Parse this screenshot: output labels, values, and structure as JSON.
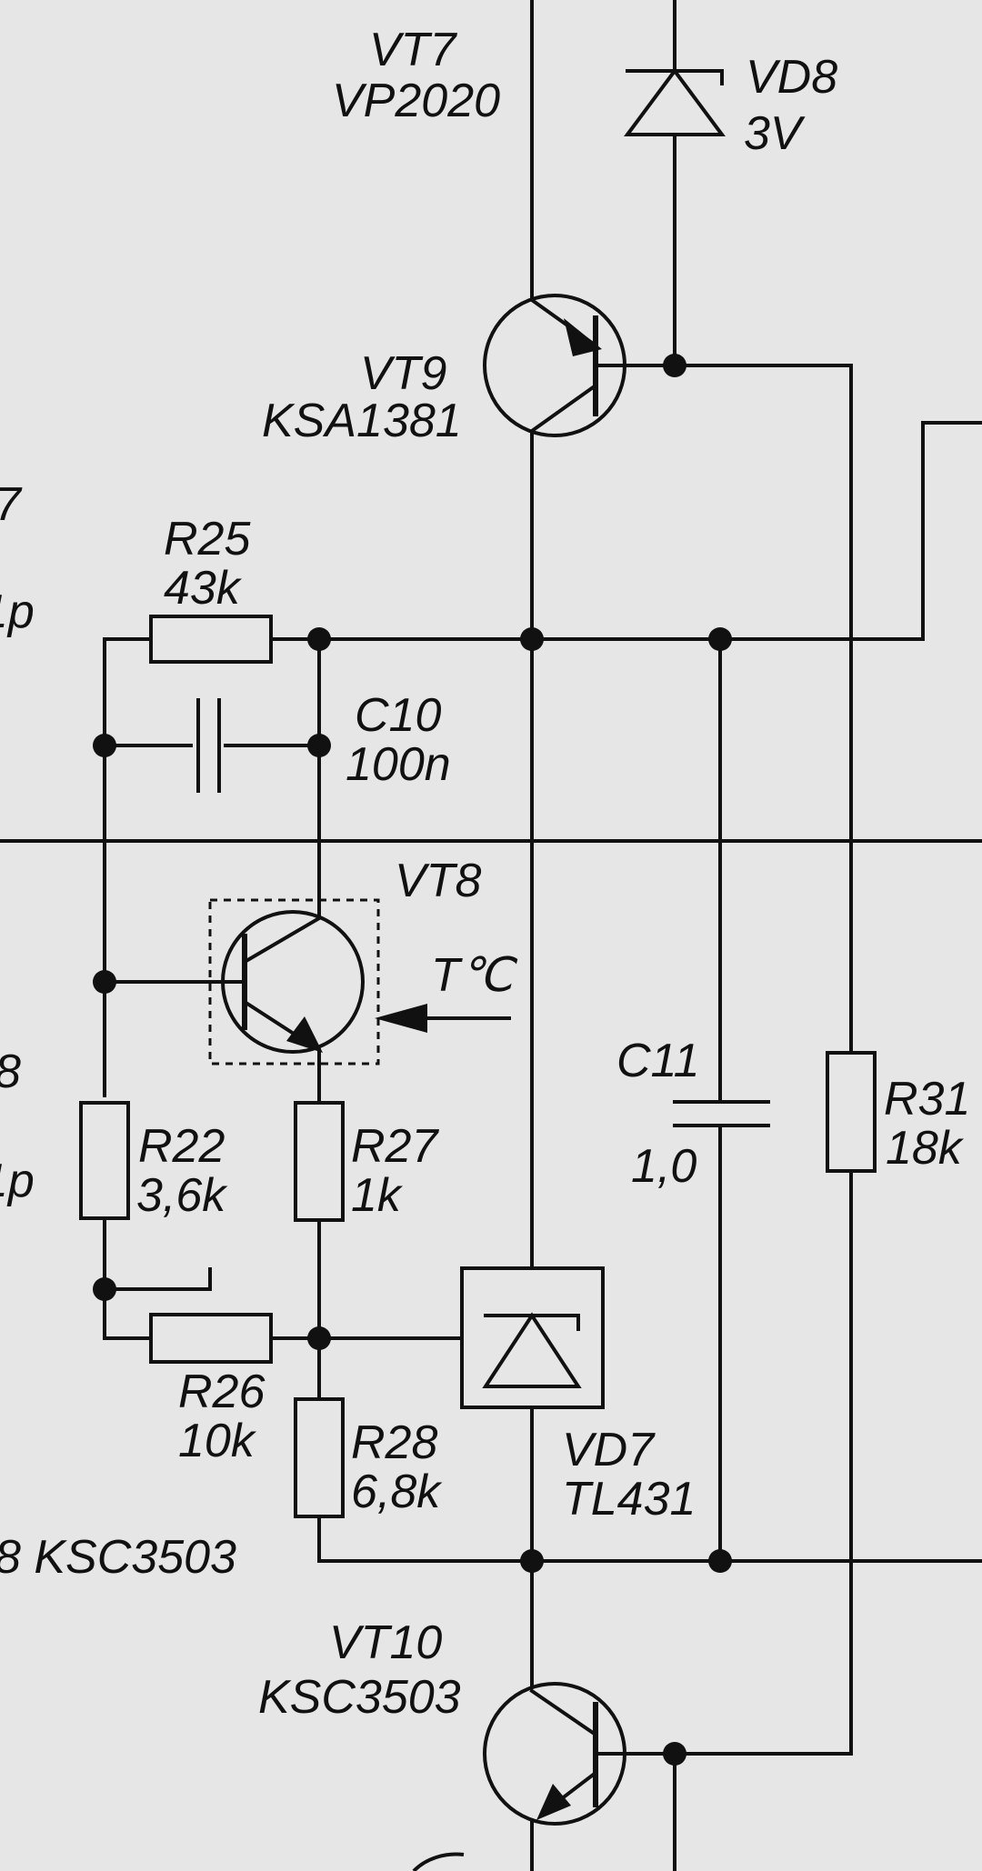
{
  "components": {
    "vt7": {
      "ref": "VT7",
      "part": "VP2020"
    },
    "vd8": {
      "ref": "VD8",
      "value": "3V"
    },
    "vt9": {
      "ref": "VT9",
      "part": "KSA1381"
    },
    "r25": {
      "ref": "R25",
      "value": "43k"
    },
    "c10": {
      "ref": "C10",
      "value": "100n"
    },
    "vt8": {
      "ref": "VT8",
      "sensor": "T℃"
    },
    "c11": {
      "ref": "C11",
      "value": "1,0"
    },
    "r31": {
      "ref": "R31",
      "value": "18k"
    },
    "r22": {
      "ref": "R22",
      "value": "3,6k"
    },
    "r27": {
      "ref": "R27",
      "value": "1k"
    },
    "r26": {
      "ref": "R26",
      "value": "10k"
    },
    "r28": {
      "ref": "R28",
      "value": "6,8k"
    },
    "vd7": {
      "ref": "VD7",
      "part": "TL431"
    },
    "vt10": {
      "ref": "VT10",
      "part": "KSC3503"
    }
  },
  "edge_labels": {
    "left_1": "7",
    "left_2": "1p",
    "left_3": "8",
    "left_4": "1p",
    "left_5": "8 KSC3503"
  }
}
